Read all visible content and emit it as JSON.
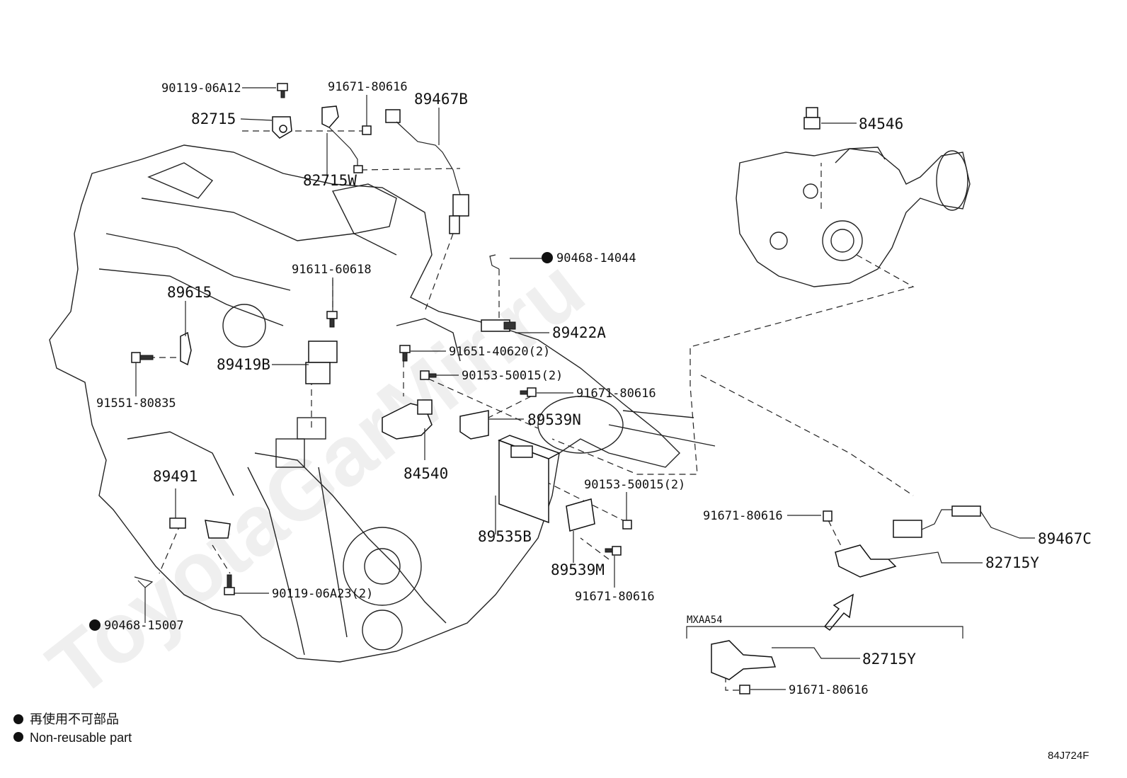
{
  "watermark": "ToyotaGarMir.ru",
  "labels": {
    "p90119_06A12": "90119-06A12",
    "p82715": "82715",
    "p91671_80616_top": "91671-80616",
    "p89467B": "89467B",
    "p82715W": "82715W",
    "p84546": "84546",
    "p90468_14044": "90468-14044",
    "p91611_60618": "91611-60618",
    "p89615": "89615",
    "p89422A": "89422A",
    "p89419B": "89419B",
    "p91651_40620": "91651-40620(2)",
    "p90153_50015_a": "90153-50015(2)",
    "p91671_80616_mid": "91671-80616",
    "p91551_80835": "91551-80835",
    "p89539N": "89539N",
    "p84540": "84540",
    "p90153_50015_b": "90153-50015(2)",
    "p89491": "89491",
    "p91671_80616_right": "91671-80616",
    "p89467C": "89467C",
    "p82715Y_a": "82715Y",
    "p89535B": "89535B",
    "p89539M": "89539M",
    "p91671_80616_low": "91671-80616",
    "p90119_06A23": "90119-06A23(2)",
    "p90468_15007": "90468-15007",
    "variant": "MXAA54",
    "p82715Y_b": "82715Y",
    "p91671_80616_bottom": "91671-80616"
  },
  "legend": {
    "line1": "再使用不可部品",
    "line2": "Non-reusable part"
  },
  "ref_code": "84J724F"
}
